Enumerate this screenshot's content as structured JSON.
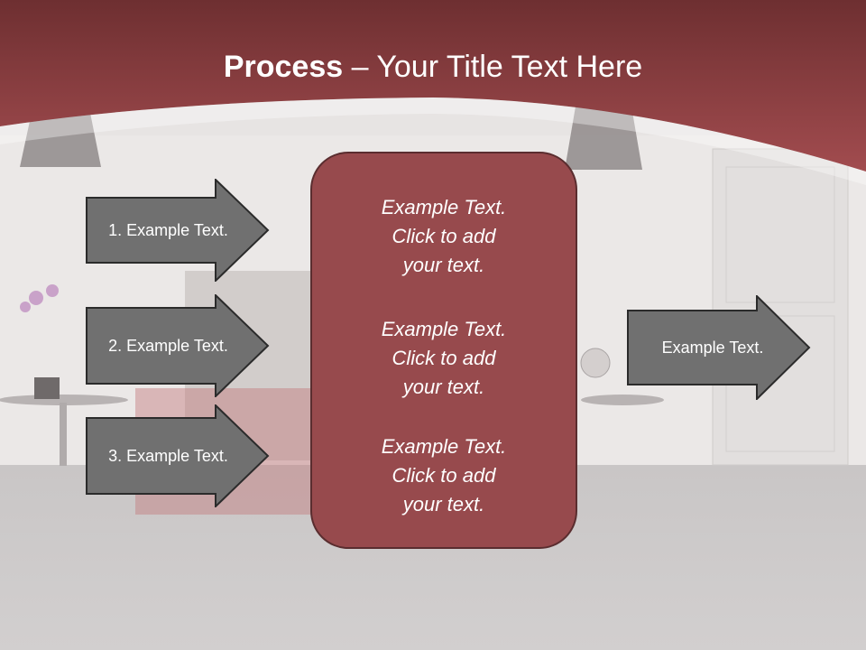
{
  "title": {
    "bold": "Process",
    "rest": " – Your Title Text Here"
  },
  "left_arrows": [
    {
      "label": "1. Example Text."
    },
    {
      "label": "2. Example Text."
    },
    {
      "label": "3. Example Text."
    }
  ],
  "center_blocks": [
    {
      "lines": [
        "Example Text.",
        "Click  to add",
        "your text."
      ]
    },
    {
      "lines": [
        "Example Text.",
        "Click  to add",
        "your text."
      ]
    },
    {
      "lines": [
        "Example Text.",
        "Click  to add",
        "your text."
      ]
    }
  ],
  "right_arrow": {
    "label": "Example Text."
  },
  "colors": {
    "banner": "#8e3e41",
    "center_box": "#974a4d",
    "arrow_fill": "#707070",
    "arrow_stroke": "#2b2b2b"
  }
}
